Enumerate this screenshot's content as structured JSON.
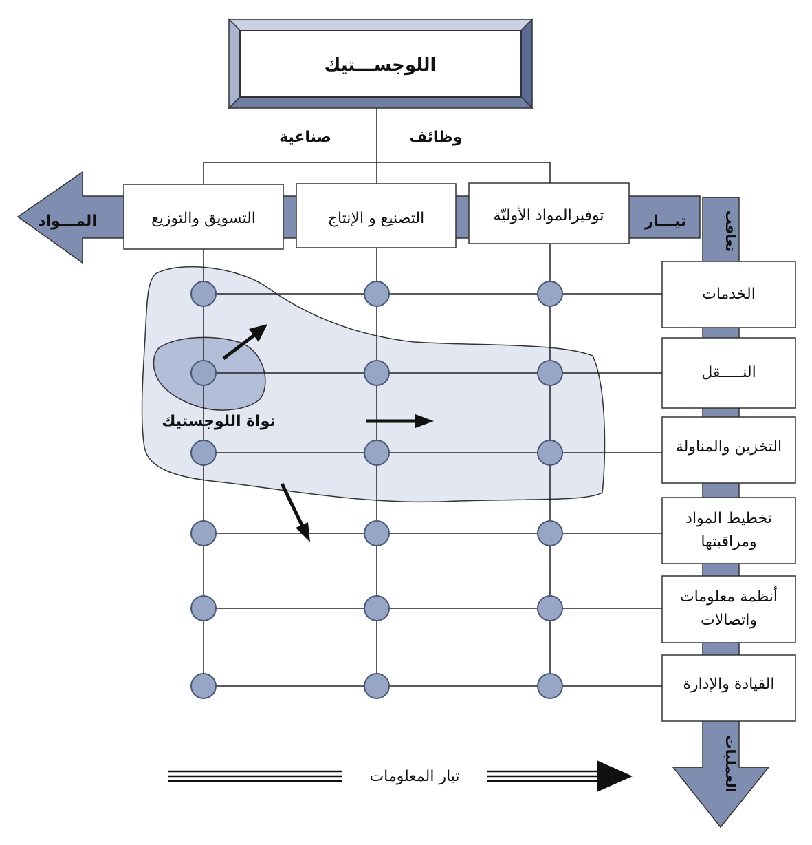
{
  "title": "اللوجســـتيك",
  "subtitle_right": "وظائف",
  "subtitle_left": "صناعية",
  "columns": [
    "توفيرالمواد الأوليّة",
    "التصنيع و الإنتاج",
    "التسويق والتوزيع"
  ],
  "material_flow": {
    "right_label": "تيـــار",
    "left_label": "المـــواد"
  },
  "operations_flow": {
    "top_label": "تعاقب",
    "bottom_label": "العمليات"
  },
  "rows": [
    {
      "lines": [
        "الخدمات"
      ]
    },
    {
      "lines": [
        "النـــــقل"
      ]
    },
    {
      "lines": [
        "التخزين والمناولة"
      ]
    },
    {
      "lines": [
        "تخطيط المواد",
        "ومراقبتها"
      ]
    },
    {
      "lines": [
        "أنظمة معلومات",
        "واتصالات"
      ]
    },
    {
      "lines": [
        "القيادة والإدارة"
      ]
    }
  ],
  "core_label": "نواة اللوجستيك",
  "info_flow_label": "تيار المعلومات",
  "colors": {
    "frame": "#8e9bb9",
    "frame_dark": "#5a6a92",
    "node": "#98a6c6",
    "node_stroke": "#4a5878",
    "region_outer": "#e2e7f2",
    "region_inner": "#b3bfd9",
    "arrow_fill": "#7f8db0"
  }
}
